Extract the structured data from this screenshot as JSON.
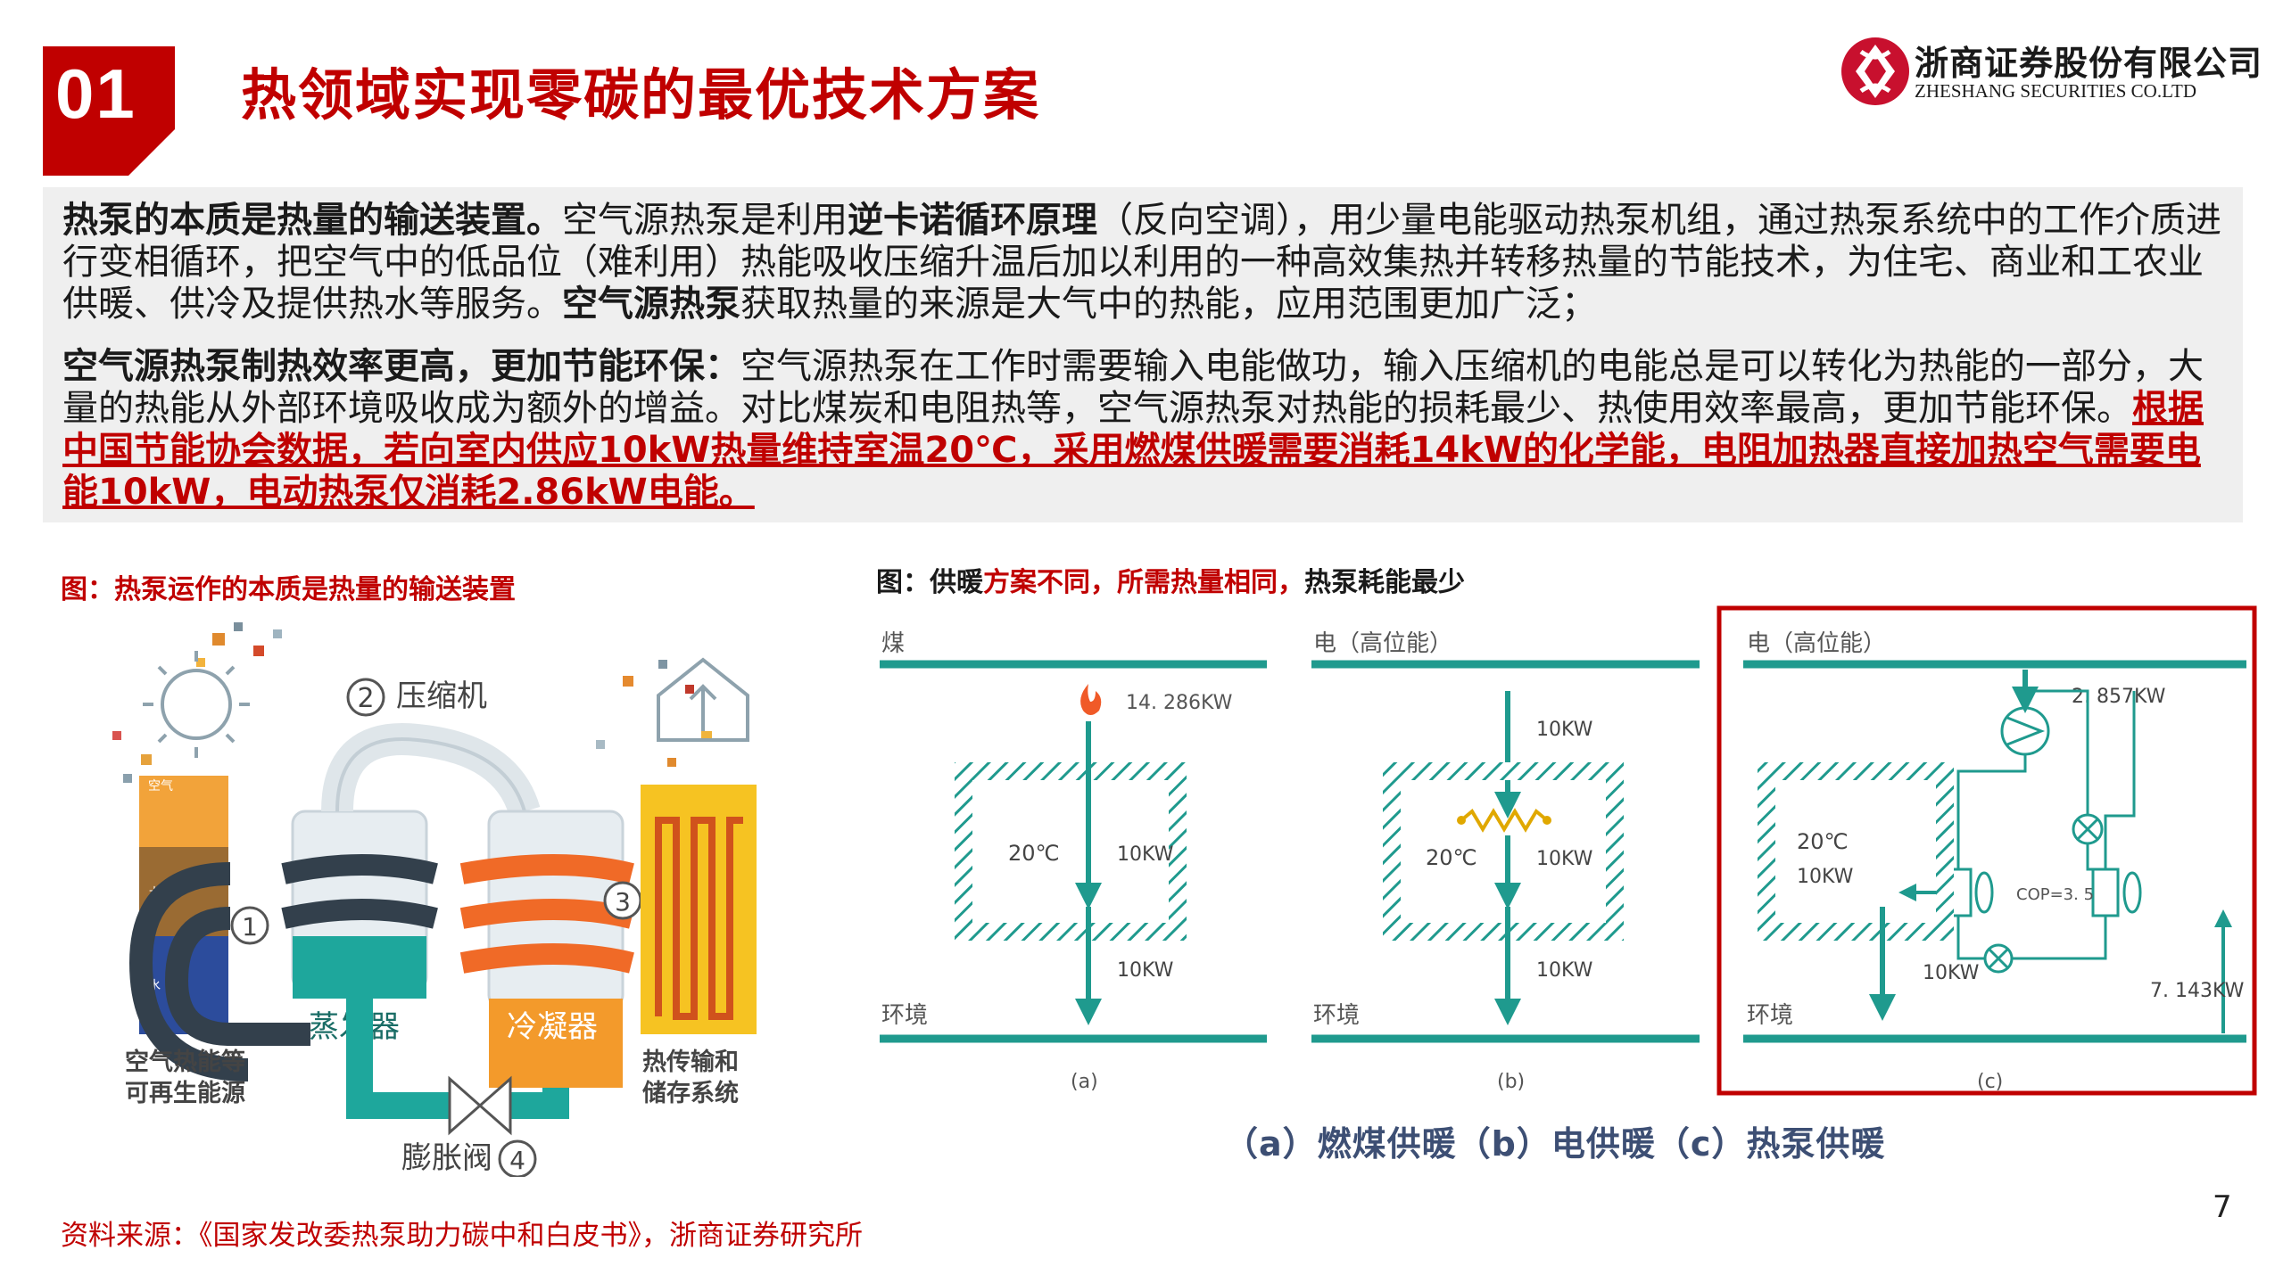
{
  "header": {
    "section_number": "01",
    "title": "热领域实现零碳的最优技术方案",
    "company_cn": "浙商证券股份有限公司",
    "company_en": "ZHESHANG SECURITIES CO.LTD"
  },
  "para1": {
    "lead": "热泵的本质是热量的输送装置。",
    "t1": "空气源热泵是利用",
    "b1": "逆卡诺循环原理",
    "t2": "（反向空调），用少量电能驱动热泵机组，通过热泵系统中的工作介质进行变相循环，把空气中的低品位（难利用）热能吸收压缩升温后加以利用的一种高效集热并转移热量的节能技术，为住宅、商业和工农业供暖、供冷及提供热水等服务。",
    "b2": "空气源热泵",
    "t3": "获取热量的来源是大气中的热能，应用范围更加广泛；"
  },
  "para2": {
    "lead": "空气源热泵制热效率更高，更加节能环保：",
    "t1": "空气源热泵在工作时需要输入电能做功，输入压缩机的电能总是可以转化为热能的一部分，大量的热能从外部环境吸收成为额外的增益。对比煤炭和电阻热等，空气源热泵对热能的损耗最少、热使用效率最高，更加节能环保。",
    "red": "根据中国节能协会数据，若向室内供应10kW热量维持室温20℃，采用燃煤供暖需要消耗14kW的化学能，电阻加热器直接加热空气需要电能10kW，电动热泵仅消耗2.86kW电能。"
  },
  "fig_left": {
    "caption": "图：热泵运作的本质是热量的输送装置",
    "compressor_num": "2",
    "compressor": "压缩机",
    "air": "空气",
    "soil": "土壤",
    "water": "水",
    "num1": "1",
    "num3": "3",
    "evaporator": "蒸发器",
    "condenser": "冷凝器",
    "renewable_1": "空气热能等",
    "renewable_2": "可再生能源",
    "storage_1": "热传输和",
    "storage_2": "储存系统",
    "valve": "膨胀阀",
    "valve_num": "4"
  },
  "fig_right": {
    "caption_a": "图：供暖",
    "caption_b": "方案不同，所需热量相同，",
    "caption_c": "热泵耗能最少",
    "a": {
      "top": "煤",
      "value_in": "14. 286KW",
      "temp": "20℃",
      "inner": "10KW",
      "out": "10KW",
      "bottom": "环境",
      "label": "(a)"
    },
    "b": {
      "top": "电（高位能）",
      "value_in": "10KW",
      "temp": "20℃",
      "inner": "10KW",
      "out": "10KW",
      "bottom": "环境",
      "label": "(b)"
    },
    "c": {
      "top": "电（高位能）",
      "value_in": "2. 857KW",
      "temp": "20℃",
      "inner": "10KW",
      "cop": "COP=3. 5",
      "out": "10KW",
      "env": "7. 143KW",
      "bottom": "环境",
      "label": "(c)"
    },
    "bottom_label": "（a）燃煤供暖（b）电供暖（c）热泵供暖"
  },
  "source": "资料来源：《国家发改委热泵助力碳中和白皮书》，浙商证券研究所",
  "page_number": "7",
  "colors": {
    "brand_red": "#c00000",
    "teal": "#1f9a8e",
    "navy_label": "#3d4f74"
  }
}
